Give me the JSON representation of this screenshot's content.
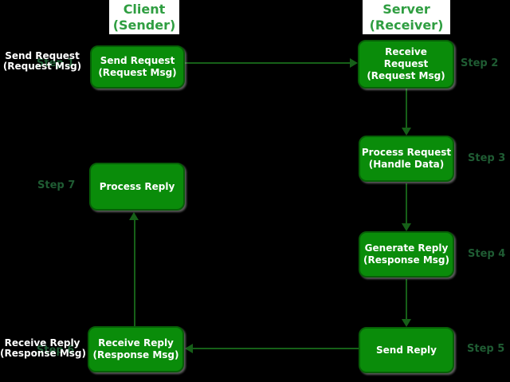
{
  "colors": {
    "background": "#000000",
    "box_fill": "#0a8c0a",
    "box_border": "#075f07",
    "box_text": "#ffffff",
    "header_bg": "#ffffff",
    "header_text": "#2f9e41",
    "step_text": "#1f5c33",
    "arrow": "#166018",
    "side_label_text": "#ffffff"
  },
  "headers": {
    "client": {
      "lines": [
        "Client",
        "(Sender)"
      ]
    },
    "server": {
      "lines": [
        "Server",
        "(Receiver)"
      ]
    }
  },
  "boxes": {
    "send_request": {
      "lines": [
        "Send Request",
        "(Request Msg)"
      ]
    },
    "receive_request": {
      "lines": [
        "Receive",
        "Request",
        "(Request Msg)"
      ]
    },
    "process_request": {
      "lines": [
        "Process Request",
        "(Handle Data)"
      ]
    },
    "generate_reply": {
      "lines": [
        "Generate Reply",
        "(Response Msg)"
      ]
    },
    "send_reply": {
      "lines": [
        "Send Reply"
      ]
    },
    "receive_reply": {
      "lines": [
        "Receive Reply",
        "(Response Msg)"
      ]
    },
    "process_reply": {
      "lines": [
        "Process Reply"
      ]
    }
  },
  "side_labels": {
    "send_request": {
      "lines": [
        "Send Request",
        "(Request Msg)"
      ]
    },
    "receive_reply": {
      "lines": [
        "Receive Reply",
        "(Response Msg)"
      ]
    }
  },
  "steps": {
    "step_1": "Step 1",
    "step_2": "Step 2",
    "step_3": "Step 3",
    "step_4": "Step 4",
    "step_5": "Step 5",
    "step_6": "Step 6",
    "step_7": "Step 7"
  }
}
